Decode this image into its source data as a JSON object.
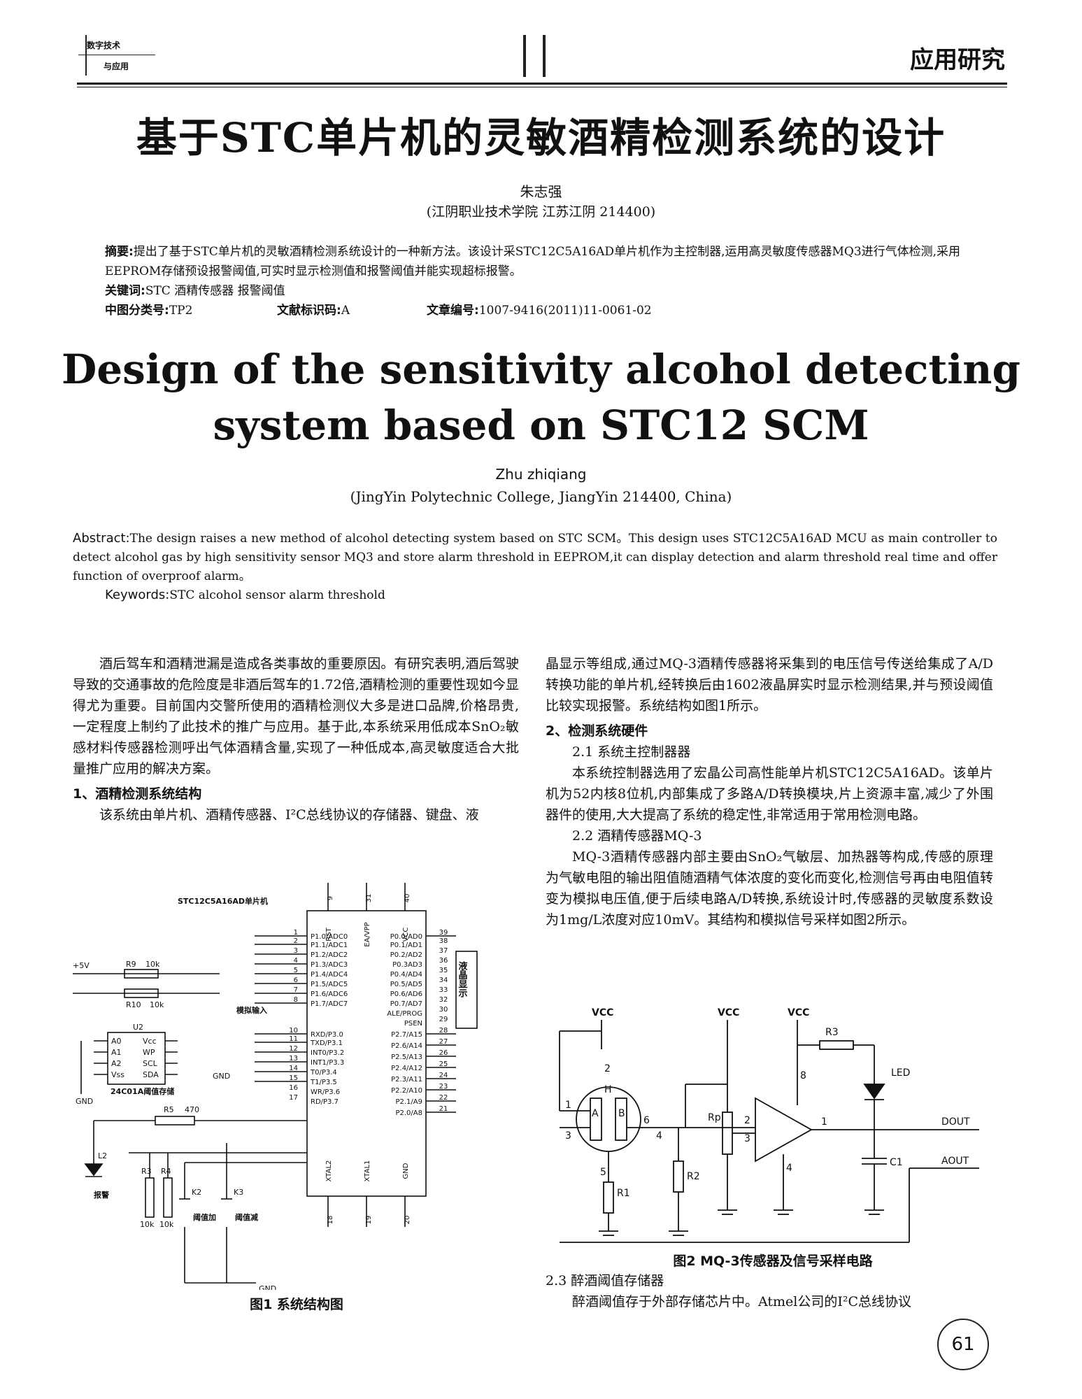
{
  "header": {
    "journal_line1": "数字技术",
    "journal_line2": "与应用",
    "section": "应用研究"
  },
  "title_cn": "基于STC单片机的灵敏酒精检测系统的设计",
  "author_cn": "朱志强",
  "affiliation_cn": "(江阴职业技术学院  江苏江阴  214400)",
  "abstract_cn": {
    "label": "摘要:",
    "text": "提出了基于STC单片机的灵敏酒精检测系统设计的一种新方法。该设计采STC12C5A16AD单片机作为主控制器,运用高灵敏度传感器MQ3进行气体检测,采用EEPROM存储预设报警阈值,可实时显示检测值和报警阈值并能实现超标报警。"
  },
  "keywords_cn": {
    "label": "关键词:",
    "text": "STC  酒精传感器  报警阈值"
  },
  "classification": {
    "clc_label": "中图分类号:",
    "clc": "TP2",
    "doc_label": "文献标识码:",
    "doc": "A",
    "art_label": "文章编号:",
    "art": "1007-9416(2011)11-0061-02"
  },
  "title_en_line1": "Design of the sensitivity alcohol detecting",
  "title_en_line2": "system based on STC12 SCM",
  "author_en": "Zhu zhiqiang",
  "affiliation_en": "(JingYin Polytechnic College, JiangYin 214400, China)",
  "abstract_en": {
    "label": "Abstract:",
    "text": "The design raises a new method of alcohol detecting system based on STC SCM。This design uses STC12C5A16AD MCU as main controller to detect alcohol gas by high sensitivity sensor MQ3 and store alarm threshold in EEPROM,it can display detection and alarm threshold real time and offer function of overproof alarm。"
  },
  "keywords_en": {
    "label": "Keywords:",
    "text": "STC  alcohol sensor  alarm threshold"
  },
  "body_left": {
    "p1": "酒后驾车和酒精泄漏是造成各类事故的重要原因。有研究表明,酒后驾驶导致的交通事故的危险度是非酒后驾车的1.72倍,酒精检测的重要性现如今显得尤为重要。目前国内交警所使用的酒精检测仪大多是进口品牌,价格昂贵,一定程度上制约了此技术的推广与应用。基于此,本系统采用低成本SnO₂敏感材料传感器检测呼出气体酒精含量,实现了一种低成本,高灵敏度适合大批量推广应用的解决方案。",
    "h1": "1、酒精检测系统结构",
    "p2": "该系统由单片机、酒精传感器、I²C总线协议的存储器、键盘、液"
  },
  "body_right": {
    "p1": "晶显示等组成,通过MQ-3酒精传感器将采集到的电压信号传送给集成了A/D转换功能的单片机,经转换后由1602液晶屏实时显示检测结果,并与预设阈值比较实现报警。系统结构如图1所示。",
    "h2": "2、检测系统硬件",
    "s21": "2.1 系统主控制器器",
    "p2": "本系统控制器选用了宏晶公司高性能单片机STC12C5A16AD。该单片机为52内核8位机,内部集成了多路A/D转换模块,片上资源丰富,减少了外围器件的使用,大大提高了系统的稳定性,非常适用于常用检测电路。",
    "s22": "2.2 酒精传感器MQ-3",
    "p3": "MQ-3酒精传感器内部主要由SnO₂气敏层、加热器等构成,传感的原理为气敏电阻的输出阻值随酒精气体浓度的变化而变化,检测信号再由电阻值转变为模拟电压值,便于后续电路A/D转换,系统设计时,传感器的灵敏度系数设为1mg/L浓度对应10mV。其结构和模拟信号采样如图2所示。",
    "s23": "2.3 醉酒阈值存储器",
    "p4": "醉酒阈值存于外部存储芯片中。Atmel公司的I²C总线协议"
  },
  "fig1": {
    "caption": "图1 系统结构图",
    "mcu_label": "STC12C5A16AD单片机",
    "top_pins": [
      "9",
      "31",
      "40"
    ],
    "top_names": [
      "RST",
      "EA/VPP",
      "VCC"
    ],
    "bottom_pins": [
      "18",
      "19",
      "20"
    ],
    "bottom_names": [
      "XTAL2",
      "XTAL1",
      "GND"
    ],
    "left_pins": [
      "1",
      "2",
      "3",
      "4",
      "5",
      "6",
      "7",
      "8",
      "10",
      "11",
      "12",
      "13",
      "14",
      "15",
      "16",
      "17"
    ],
    "left_names": [
      "P1.0/ADC0",
      "P1.1/ADC1",
      "P1.2/ADC2",
      "P1.3/ADC3",
      "P1.4/ADC4",
      "P1.5/ADC5",
      "P1.6/ADC6",
      "P1.7/ADC7",
      "RXD/P3.0",
      "TXD/P3.1",
      "INT0/P3.2",
      "INT1/P3.3",
      "T0/P3.4",
      "T1/P3.5",
      "WR/P3.6",
      "RD/P3.7"
    ],
    "right_pins": [
      "39",
      "38",
      "37",
      "36",
      "35",
      "34",
      "33",
      "32",
      "30",
      "29",
      "28",
      "27",
      "26",
      "25",
      "24",
      "23",
      "22",
      "21"
    ],
    "right_names": [
      "P0.0/AD0",
      "P0.1/AD1",
      "P0.2/AD2",
      "P0.3AD3",
      "P0.4/AD4",
      "P0.5/AD5",
      "P0.6/AD6",
      "P0.7/AD7",
      "ALE/PROG",
      "PSEN",
      "P2.7/A15",
      "P2.6/A14",
      "P2.5/A13",
      "P2.4/A12",
      "P2.3/A11",
      "P2.2/A10",
      "P2.1/A9",
      "P2.0/A8"
    ],
    "lcd_label": "液晶显示",
    "vcc": "+5V",
    "r9": "R9",
    "r9v": "10k",
    "r10": "R10",
    "r10v": "10k",
    "u2": "U2",
    "u2_pins_l": [
      "A0",
      "A1",
      "A2",
      "Vss"
    ],
    "u2_pins_r": [
      "Vcc",
      "WP",
      "SCL",
      "SDA"
    ],
    "u2_label": "24C01A阈值存储",
    "analog_in": "模拟输入",
    "gnd": "GND",
    "r5": "R5",
    "r5v": "470",
    "l2": "L2",
    "alarm": "报警",
    "r3": "R3",
    "r4": "R4",
    "r3v": "10k",
    "r4v": "10k",
    "k2": "K2",
    "k2t": "阈值加",
    "k3": "K3",
    "k3t": "阈值减"
  },
  "fig2": {
    "caption": "图2 MQ-3传感器及信号采样电路",
    "vcc": "VCC",
    "r1": "R1",
    "r2": "R2",
    "r3": "R3",
    "rp": "Rp",
    "led": "LED",
    "c1": "C1",
    "dout": "DOUT",
    "aout": "AOUT",
    "sensor_a": "A",
    "sensor_b": "B",
    "sensor_h": "H",
    "pins": [
      "1",
      "2",
      "3",
      "4",
      "5",
      "6",
      "2",
      "3",
      "1",
      "4",
      "8"
    ]
  },
  "page_number": "61"
}
